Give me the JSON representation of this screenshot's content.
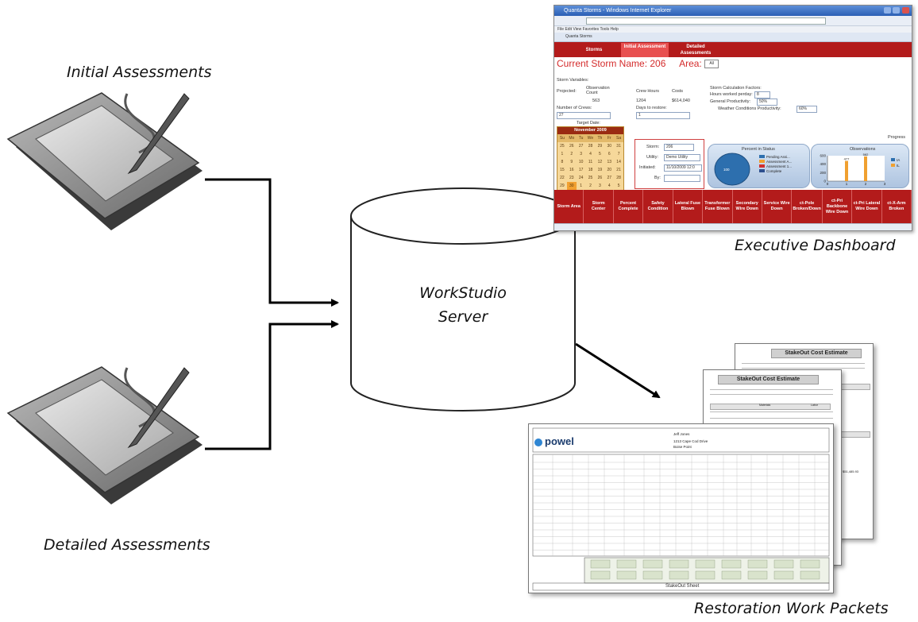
{
  "diagram": {
    "captions": {
      "initial_assessments": "Initial Assessments",
      "detailed_assessments": "Detailed Assessments",
      "server": [
        "WorkStudio",
        "Server"
      ],
      "executive_dashboard": "Executive Dashboard",
      "restoration_work_packets": "Restoration Work Packets"
    },
    "nodes": [
      {
        "id": "tablet-initial",
        "label": "Initial Assessments",
        "icon": "tablet-stylus-icon"
      },
      {
        "id": "tablet-detailed",
        "label": "Detailed Assessments",
        "icon": "tablet-stylus-icon"
      },
      {
        "id": "server",
        "label": "WorkStudio Server",
        "icon": "database-cylinder-icon"
      },
      {
        "id": "dashboard",
        "label": "Executive Dashboard",
        "icon": "browser-screenshot"
      },
      {
        "id": "packets",
        "label": "Restoration Work Packets",
        "icon": "document-stack"
      }
    ],
    "edges": [
      {
        "from": "tablet-initial",
        "to": "server"
      },
      {
        "from": "tablet-detailed",
        "to": "server"
      },
      {
        "from": "server",
        "to": "packets"
      }
    ]
  },
  "dashboard": {
    "window_title": "Quanta Storms - Windows Internet Explorer",
    "tab_label": "Quanta Storms",
    "menu": "File  Edit  View  Favorites  Tools  Help",
    "app_tabs": [
      "Storms",
      "Initial Assessment",
      "Detailed Assessments"
    ],
    "storm_title": "Current Storm Name: 206",
    "area_label": "Area:",
    "area_value": "All",
    "storm_variables_label": "Storm Variables:",
    "projected_label": "Projected:",
    "observation_count_label": "Observation Count",
    "observation_count": "563",
    "crew_hours_label": "Crew Hours",
    "crew_hours": "1204",
    "costs_label": "Costs",
    "costs": "$614,040",
    "number_of_crews_label": "Number of Crews:",
    "number_of_crews": "27",
    "days_to_restore_label": "Days to restore:",
    "days_to_restore": "1",
    "calc_factors_label": "Storm Calculation Factors:",
    "hours_worked_label": "Hours worked perday:",
    "hours_worked": "8",
    "general_productivity_label": "General Productivity:",
    "general_productivity": "50%",
    "weather_label": "Weather Conditions Productivity:",
    "weather_value": "60%",
    "progress_label": "Progress",
    "target_date_label": "Target Date:",
    "calendar_month": "November 2009",
    "calendar_days": [
      "Su",
      "Mo",
      "Tu",
      "We",
      "Th",
      "Fr",
      "Sa"
    ],
    "calendar_rows": [
      [
        "25",
        "26",
        "27",
        "28",
        "29",
        "30",
        "31"
      ],
      [
        "1",
        "2",
        "3",
        "4",
        "5",
        "6",
        "7"
      ],
      [
        "8",
        "9",
        "10",
        "11",
        "12",
        "13",
        "14"
      ],
      [
        "15",
        "16",
        "17",
        "18",
        "19",
        "20",
        "21"
      ],
      [
        "22",
        "23",
        "24",
        "25",
        "26",
        "27",
        "28"
      ],
      [
        "29",
        "30",
        "1",
        "2",
        "3",
        "4",
        "5"
      ]
    ],
    "storm_label": "Storm:",
    "storm_value": "206",
    "utility_label": "Utility:",
    "utility_value": "Demo Utility",
    "initiated_label": "Initiated:",
    "initiated_value": "11/10/2009 12:0",
    "by_label": "By:",
    "percent_panel_title": "Percent in Status",
    "pie_value": "100",
    "pie_legend": [
      "Pending Assi...",
      "Assessment A...",
      "Assessment 1...",
      "Complete"
    ],
    "observations_title": "Observations",
    "observations_legend": [
      "IA",
      "IL"
    ],
    "bottom_columns": [
      "Storm Area",
      "Storm Center",
      "Percent Complete",
      "Safety Condition",
      "Lateral Fuse Blown",
      "Transformer Fuse Blown",
      "Secondary Wire Down",
      "Service Wire Down",
      "ct-Pole Broken/Down",
      "ct-Pri Backbone Wire Down",
      "ct-Pri Lateral Wire Down",
      "ct-X-Arm Broken"
    ],
    "colors": {
      "accent": "#b31b1b",
      "title": "#d42b2b"
    }
  },
  "chart_data": {
    "type": "bar",
    "title": "Observations",
    "categories": [
      "1",
      "2"
    ],
    "series": [
      {
        "name": "IA",
        "values": [
          0,
          0
        ]
      },
      {
        "name": "IL",
        "values": [
          477,
          582
        ]
      }
    ],
    "ylim": [
      0,
      600
    ],
    "yticks": [
      "0",
      "200",
      "400",
      "600"
    ],
    "xticks": [
      "0",
      "1",
      "2",
      "3"
    ],
    "legend": "right"
  },
  "packets": {
    "estimate_title": "StakeOut Cost Estimate",
    "sheet_logo": "powel",
    "sheet_footer": "StakeOut Sheet",
    "sheet_name": "Jeff Jones",
    "sheet_subtitle": "1213 Cape Cod Drive",
    "sheet_subtitle2": "Boise Point",
    "table_headers": [
      "Materials",
      "Labor"
    ],
    "estimate_total": "$51,485.93"
  }
}
